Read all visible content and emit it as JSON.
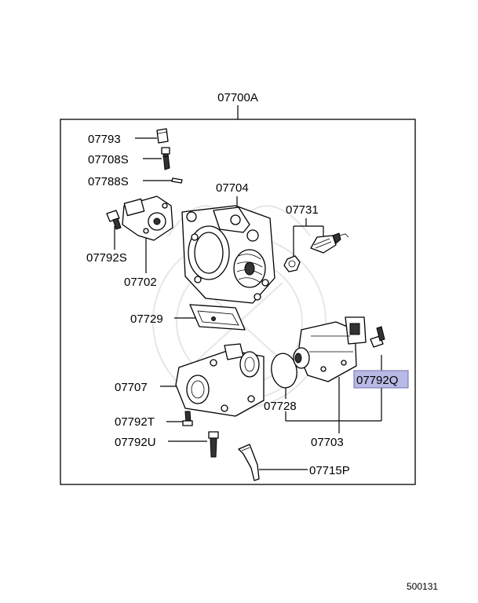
{
  "diagram": {
    "assembly_label": "07700A",
    "footer_code": "500131",
    "highlight_color": "#b9b9e6",
    "parts": {
      "p07793": "07793",
      "p07708S": "07708S",
      "p07788S": "07788S",
      "p07704": "07704",
      "p07731": "07731",
      "p07792S": "07792S",
      "p07702": "07702",
      "p07729": "07729",
      "p07792Q": "07792Q",
      "p07707": "07707",
      "p07728": "07728",
      "p07792T": "07792T",
      "p07703": "07703",
      "p07792U": "07792U",
      "p07715P": "07715P"
    }
  }
}
